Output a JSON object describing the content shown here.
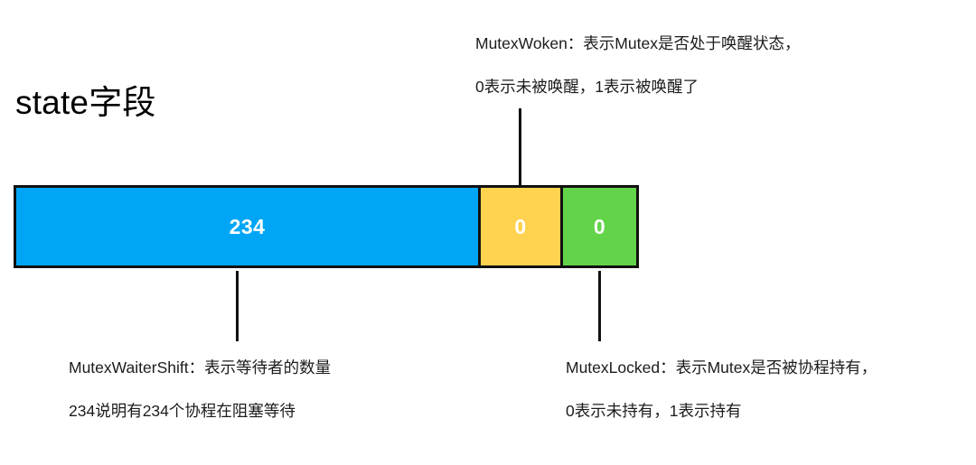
{
  "title": "state字段",
  "colors": {
    "waiters": "#00A6F5",
    "woken": "#FFD24F",
    "locked": "#63D449",
    "border": "#111111",
    "value_text": "#FFFFFF",
    "background": "#FFFFFF",
    "annotation_text": "#1C1C1C"
  },
  "bitfield": {
    "segments": [
      {
        "name": "MutexWaiterShift",
        "value": "234"
      },
      {
        "name": "MutexWoken",
        "value": "0"
      },
      {
        "name": "MutexLocked",
        "value": "0"
      }
    ]
  },
  "annotations": {
    "woken": {
      "line1": "MutexWoken：表示Mutex是否处于唤醒状态，",
      "line2": "0表示未被唤醒，1表示被唤醒了"
    },
    "waiters": {
      "line1": "MutexWaiterShift：表示等待者的数量",
      "line2": "234说明有234个协程在阻塞等待"
    },
    "locked": {
      "line1": "MutexLocked：表示Mutex是否被协程持有，",
      "line2": "0表示未持有，1表示持有"
    }
  }
}
